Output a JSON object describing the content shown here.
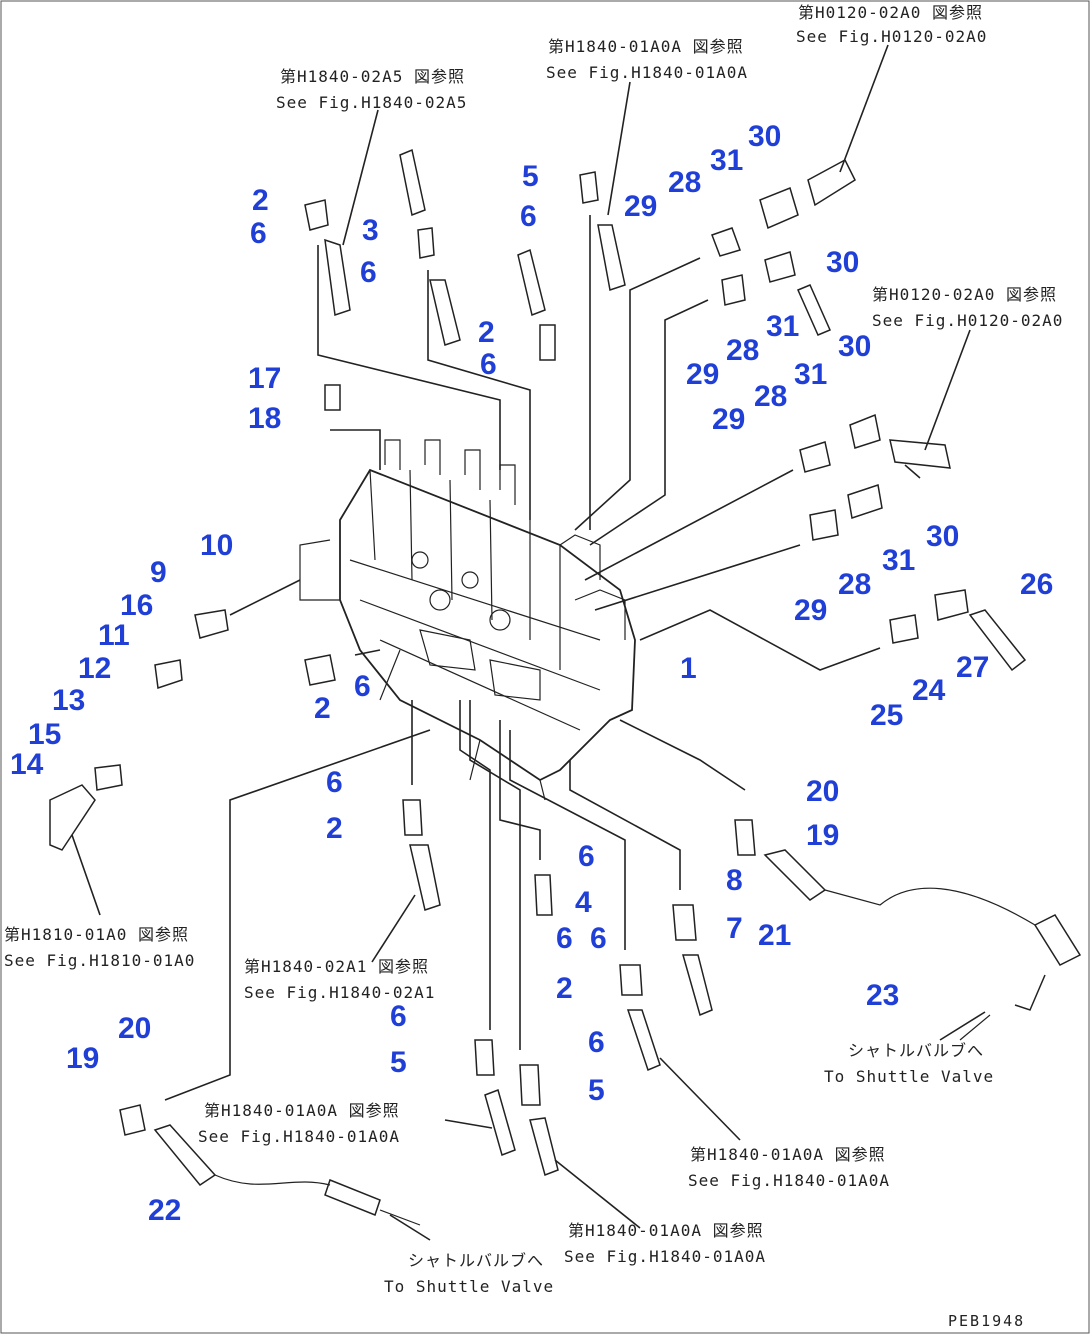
{
  "drawing_code": "PEB1948",
  "part_numbers": [
    {
      "id": "p1",
      "label": "1"
    },
    {
      "id": "p2a",
      "label": "2"
    },
    {
      "id": "p2b",
      "label": "2"
    },
    {
      "id": "p2c",
      "label": "2"
    },
    {
      "id": "p2d",
      "label": "2"
    },
    {
      "id": "p2e",
      "label": "2"
    },
    {
      "id": "p3",
      "label": "3"
    },
    {
      "id": "p4",
      "label": "4"
    },
    {
      "id": "p5a",
      "label": "5"
    },
    {
      "id": "p5b",
      "label": "5"
    },
    {
      "id": "p5c",
      "label": "5"
    },
    {
      "id": "p6a",
      "label": "6"
    },
    {
      "id": "p6b",
      "label": "6"
    },
    {
      "id": "p6c",
      "label": "6"
    },
    {
      "id": "p6d",
      "label": "6"
    },
    {
      "id": "p6e",
      "label": "6"
    },
    {
      "id": "p6f",
      "label": "6"
    },
    {
      "id": "p6g",
      "label": "6"
    },
    {
      "id": "p6h",
      "label": "6"
    },
    {
      "id": "p6i",
      "label": "6"
    },
    {
      "id": "p6j",
      "label": "6"
    },
    {
      "id": "p6k",
      "label": "6"
    },
    {
      "id": "p7",
      "label": "7"
    },
    {
      "id": "p8",
      "label": "8"
    },
    {
      "id": "p9",
      "label": "9"
    },
    {
      "id": "p10",
      "label": "10"
    },
    {
      "id": "p11",
      "label": "11"
    },
    {
      "id": "p12",
      "label": "12"
    },
    {
      "id": "p13",
      "label": "13"
    },
    {
      "id": "p14",
      "label": "14"
    },
    {
      "id": "p15",
      "label": "15"
    },
    {
      "id": "p16",
      "label": "16"
    },
    {
      "id": "p17",
      "label": "17"
    },
    {
      "id": "p18",
      "label": "18"
    },
    {
      "id": "p19a",
      "label": "19"
    },
    {
      "id": "p19b",
      "label": "19"
    },
    {
      "id": "p20a",
      "label": "20"
    },
    {
      "id": "p20b",
      "label": "20"
    },
    {
      "id": "p21",
      "label": "21"
    },
    {
      "id": "p22",
      "label": "22"
    },
    {
      "id": "p23",
      "label": "23"
    },
    {
      "id": "p24",
      "label": "24"
    },
    {
      "id": "p25",
      "label": "25"
    },
    {
      "id": "p26",
      "label": "26"
    },
    {
      "id": "p27",
      "label": "27"
    },
    {
      "id": "p28a",
      "label": "28"
    },
    {
      "id": "p28b",
      "label": "28"
    },
    {
      "id": "p28c",
      "label": "28"
    },
    {
      "id": "p28d",
      "label": "28"
    },
    {
      "id": "p29a",
      "label": "29"
    },
    {
      "id": "p29b",
      "label": "29"
    },
    {
      "id": "p29c",
      "label": "29"
    },
    {
      "id": "p29d",
      "label": "29"
    },
    {
      "id": "p30a",
      "label": "30"
    },
    {
      "id": "p30b",
      "label": "30"
    },
    {
      "id": "p30c",
      "label": "30"
    },
    {
      "id": "p30d",
      "label": "30"
    },
    {
      "id": "p31a",
      "label": "31"
    },
    {
      "id": "p31b",
      "label": "31"
    },
    {
      "id": "p31c",
      "label": "31"
    },
    {
      "id": "p31d",
      "label": "31"
    }
  ],
  "references": [
    {
      "id": "r1",
      "jp": "第H1840-02A5 図参照",
      "en": "See Fig.H1840-02A5"
    },
    {
      "id": "r2",
      "jp": "第H1840-01A0A 図参照",
      "en": "See Fig.H1840-01A0A"
    },
    {
      "id": "r3",
      "jp": "第H0120-02A0 図参照",
      "en": "See Fig.H0120-02A0"
    },
    {
      "id": "r4",
      "jp": "第H0120-02A0 図参照",
      "en": "See Fig.H0120-02A0"
    },
    {
      "id": "r5",
      "jp": "第H1810-01A0 図参照",
      "en": "See Fig.H1810-01A0"
    },
    {
      "id": "r6",
      "jp": "第H1840-02A1 図参照",
      "en": "See Fig.H1840-02A1"
    },
    {
      "id": "r7",
      "jp": "第H1840-01A0A 図参照",
      "en": "See Fig.H1840-01A0A"
    },
    {
      "id": "r8",
      "jp": "第H1840-01A0A 図参照",
      "en": "See Fig.H1840-01A0A"
    },
    {
      "id": "r9",
      "jp": "第H1840-01A0A 図参照",
      "en": "See Fig.H1840-01A0A"
    }
  ],
  "destinations": [
    {
      "id": "d1",
      "jp": "シャトルバルブへ",
      "en": "To Shuttle Valve"
    },
    {
      "id": "d2",
      "jp": "シャトルバルブへ",
      "en": "To Shuttle Valve"
    }
  ]
}
